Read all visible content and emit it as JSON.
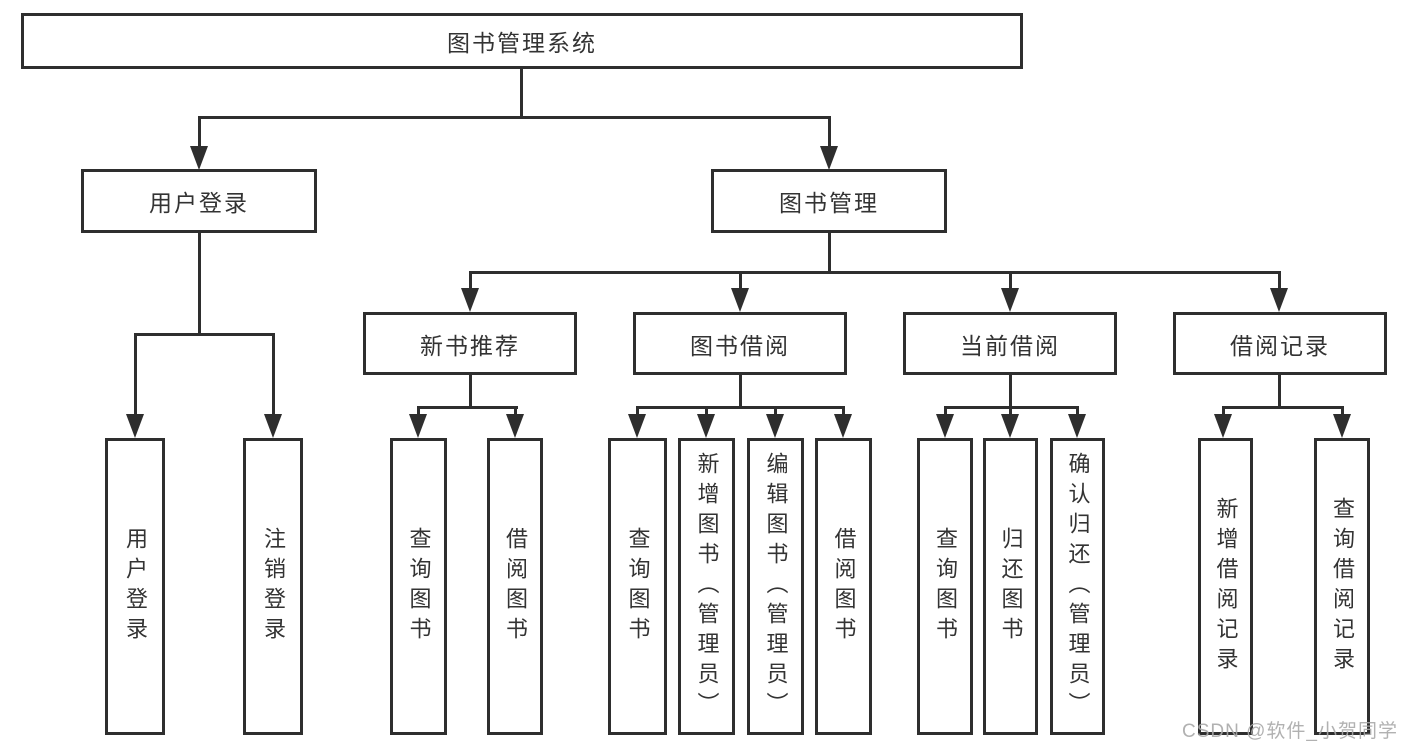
{
  "tree": {
    "root": {
      "label": "图书管理系统"
    },
    "children": [
      {
        "label": "用户登录",
        "children": [
          {
            "label": "用户登录"
          },
          {
            "label": "注销登录"
          }
        ]
      },
      {
        "label": "图书管理",
        "children": [
          {
            "label": "新书推荐",
            "children": [
              {
                "label": "查询图书"
              },
              {
                "label": "借阅图书"
              }
            ]
          },
          {
            "label": "图书借阅",
            "children": [
              {
                "label": "查询图书"
              },
              {
                "label": "新增图书（管理员）"
              },
              {
                "label": "编辑图书（管理员）"
              },
              {
                "label": "借阅图书"
              }
            ]
          },
          {
            "label": "当前借阅",
            "children": [
              {
                "label": "查询图书"
              },
              {
                "label": "归还图书"
              },
              {
                "label": "确认归还（管理员）"
              }
            ]
          },
          {
            "label": "借阅记录",
            "children": [
              {
                "label": "新增借阅记录"
              },
              {
                "label": "查询借阅记录"
              }
            ]
          }
        ]
      }
    ]
  },
  "watermark": {
    "text": "CSDN @软件_小贺同学"
  },
  "colors": {
    "line": "#2e2e2e",
    "text": "#333333",
    "background": "#ffffff",
    "watermark": "#a9a9a9"
  }
}
